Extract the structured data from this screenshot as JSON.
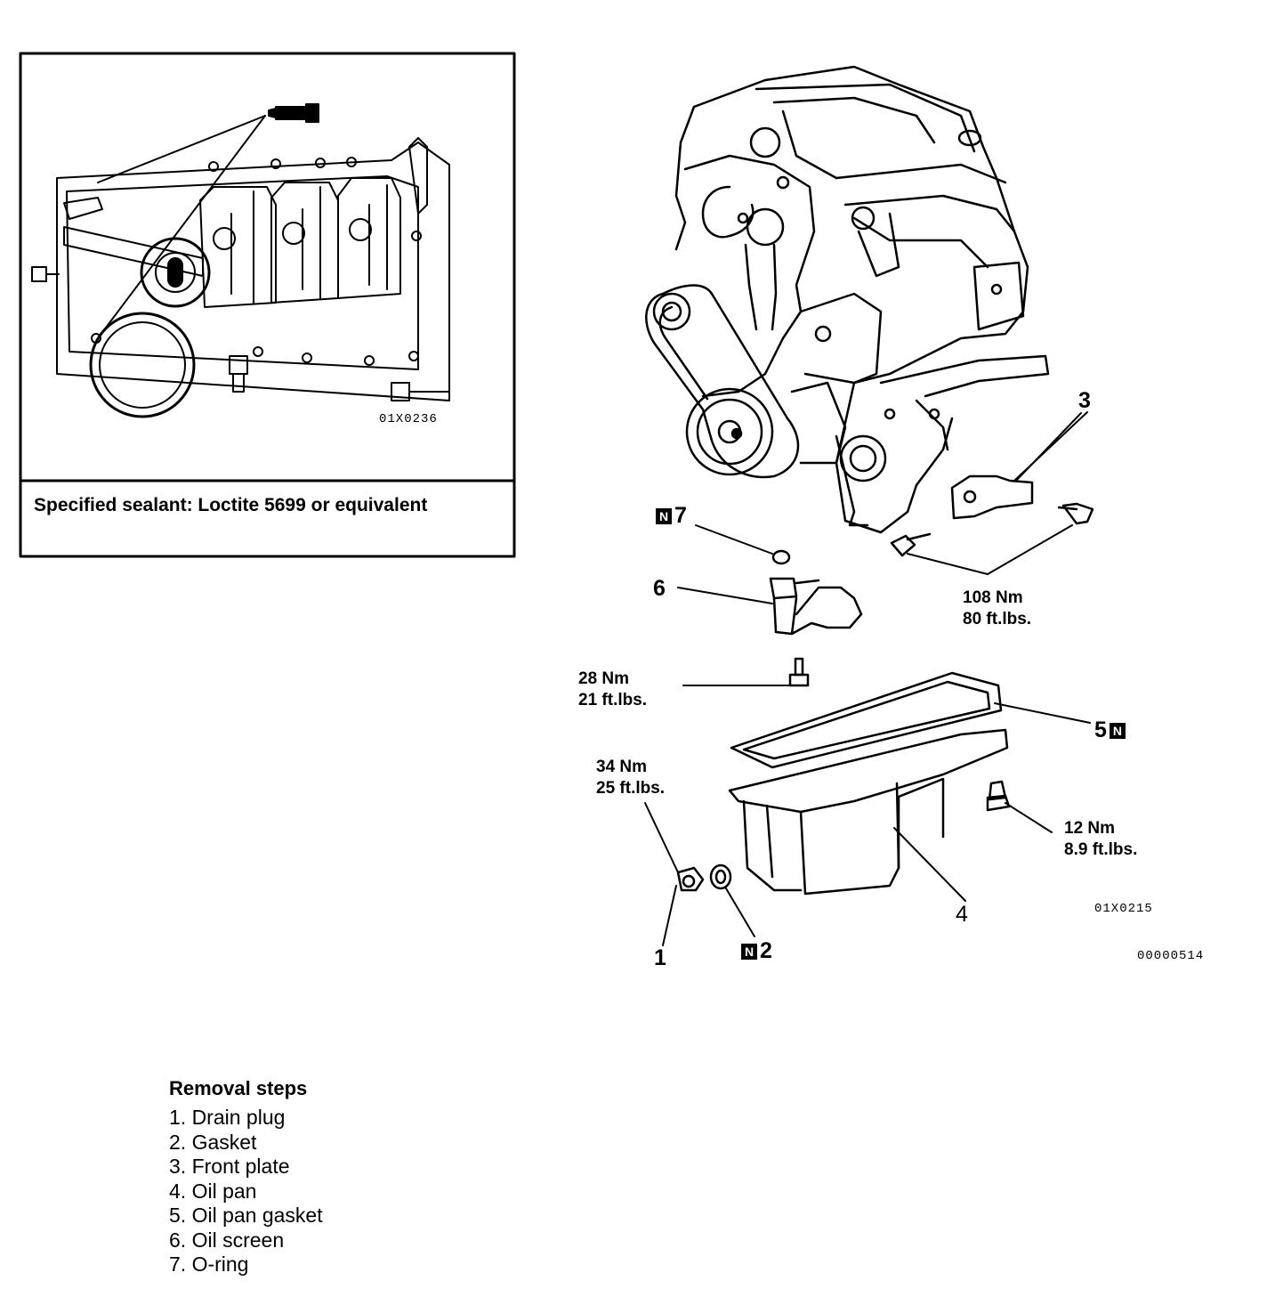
{
  "inset": {
    "figure_code": "01X0236",
    "caption": "Specified sealant: Loctite 5699 or equivalent"
  },
  "callouts": {
    "c1": "1",
    "c2": "2",
    "c3": "3",
    "c4": "4",
    "c5": "5",
    "c6": "6",
    "c7": "7",
    "n_mark": "N"
  },
  "torques": {
    "t108_nm": "108 Nm",
    "t108_ft": "80 ft.lbs.",
    "t28_nm": "28 Nm",
    "t28_ft": "21 ft.lbs.",
    "t34_nm": "34 Nm",
    "t34_ft": "25 ft.lbs.",
    "t12_nm": "12 Nm",
    "t12_ft": "8.9 ft.lbs."
  },
  "main_figure_code": "01X0215",
  "page_code": "00000514",
  "removal": {
    "title": "Removal steps",
    "steps": [
      "1. Drain plug",
      "2. Gasket",
      "3. Front plate",
      "4. Oil pan",
      "5. Oil pan gasket",
      "6. Oil screen",
      "7. O-ring"
    ]
  }
}
